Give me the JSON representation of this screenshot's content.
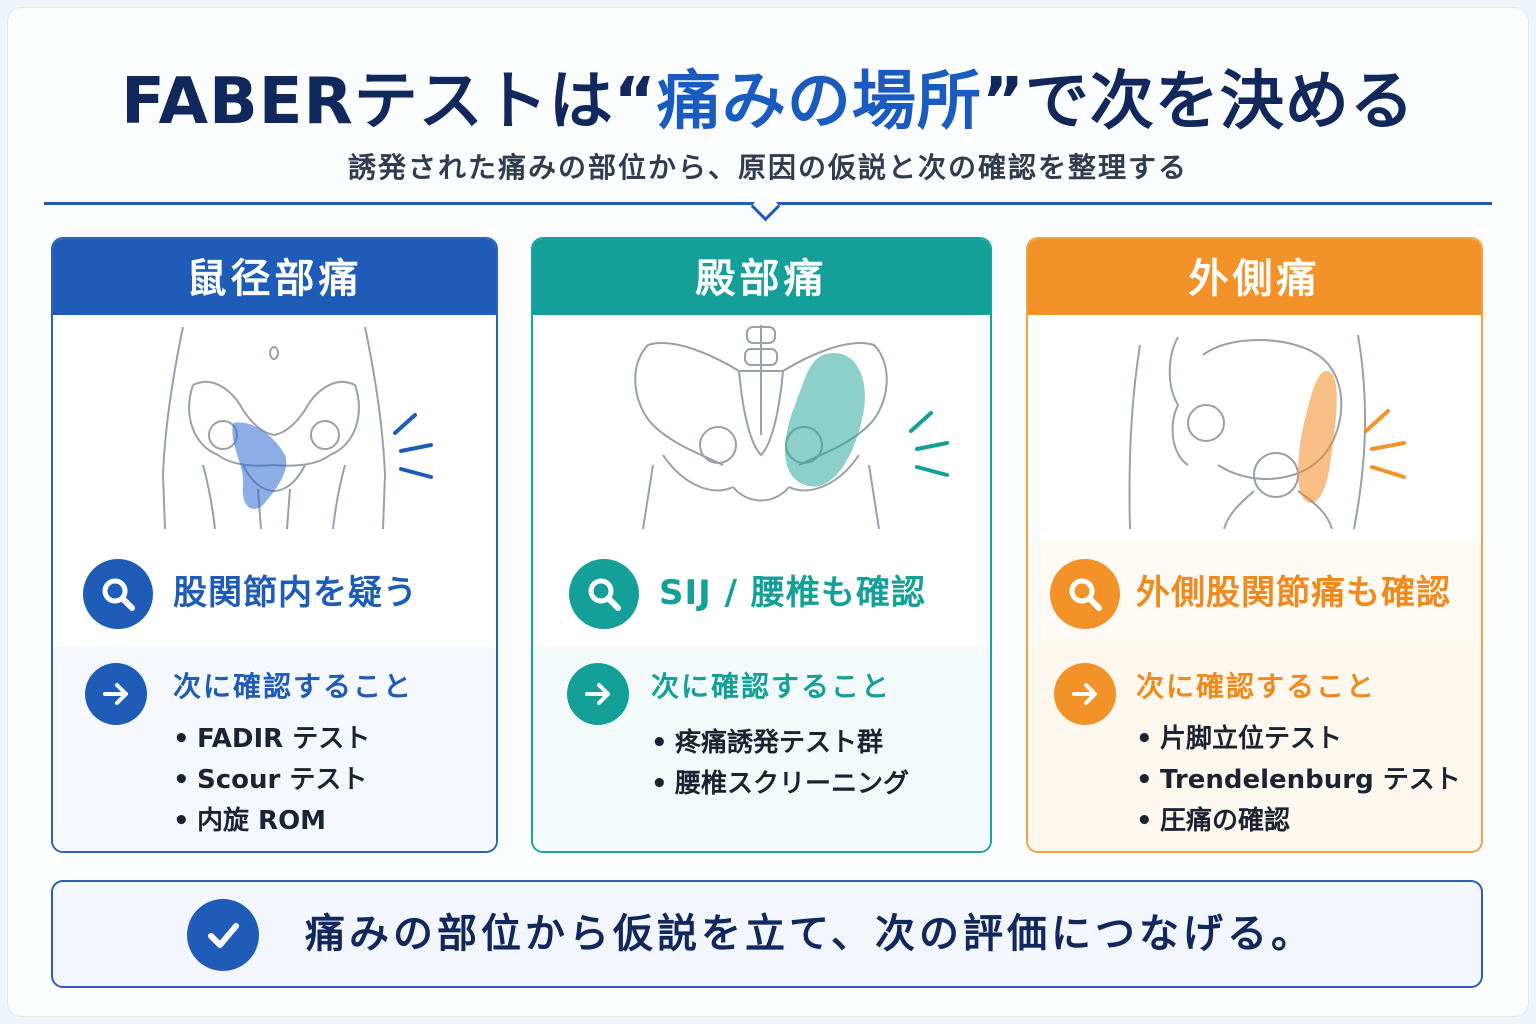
{
  "header": {
    "title_prefix": "FABERテストは“",
    "title_highlight": "痛みの場所",
    "title_suffix": "”で次を決める",
    "subtitle": "誘発された痛みの部位から、原因の仮説と次の確認を整理する"
  },
  "colors": {
    "blue": "#1f5cb8",
    "teal": "#14a098",
    "orange": "#f4922a",
    "navy": "#10285c"
  },
  "cards": [
    {
      "title": "鼠径部痛",
      "hypothesis": "股関節内を疑う",
      "next_label": "次に確認すること",
      "items": [
        "FADIR テスト",
        "Scour テスト",
        "内旋 ROM"
      ],
      "icons": [
        "magnifier-icon",
        "arrow-right-icon"
      ]
    },
    {
      "title": "殿部痛",
      "hypothesis": "SIJ / 腰椎も確認",
      "next_label": "次に確認すること",
      "items": [
        "疼痛誘発テスト群",
        "腰椎スクリーニング"
      ],
      "icons": [
        "magnifier-icon",
        "arrow-right-icon"
      ]
    },
    {
      "title": "外側痛",
      "hypothesis": "外側股関節痛も確認",
      "next_label": "次に確認すること",
      "items": [
        "片脚立位テスト",
        "Trendelenburg テスト",
        "圧痛の確認"
      ],
      "icons": [
        "magnifier-icon",
        "arrow-right-icon"
      ]
    }
  ],
  "footer": {
    "text": "痛みの部位から仮説を立て、次の評価につなげる。",
    "icon": "checkmark-icon"
  }
}
